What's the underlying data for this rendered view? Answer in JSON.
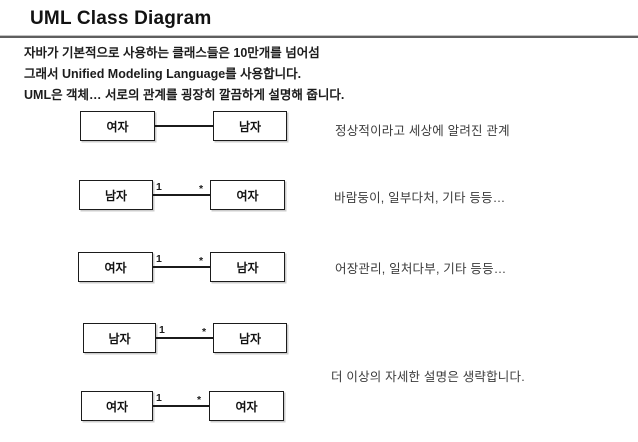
{
  "slide": {
    "title": "UML Class Diagram",
    "intro_lines": [
      "자바가 기본적으로 사용하는 클래스들은 10만개를 넘어섬",
      "그래서 Unified Modeling Language를 사용합니다.",
      "UML은 객체… 서로의 관계를 굉장히 깔끔하게 설명해 줍니다."
    ]
  },
  "diagram": {
    "rows": [
      {
        "left_class": "여자",
        "right_class": "남자",
        "left_multiplicity": "",
        "right_multiplicity": "",
        "description": "정상적이라고 세상에 알려진 관계"
      },
      {
        "left_class": "남자",
        "right_class": "여자",
        "left_multiplicity": "1",
        "right_multiplicity": "*",
        "description": "바람둥이, 일부다처, 기타 등등…"
      },
      {
        "left_class": "여자",
        "right_class": "남자",
        "left_multiplicity": "1",
        "right_multiplicity": "*",
        "description": "어장관리, 일처다부, 기타 등등…"
      },
      {
        "left_class": "남자",
        "right_class": "남자",
        "left_multiplicity": "1",
        "right_multiplicity": "*",
        "description": ""
      },
      {
        "left_class": "여자",
        "right_class": "여자",
        "left_multiplicity": "1",
        "right_multiplicity": "*",
        "description": ""
      }
    ],
    "note": "더 이상의 자세한 설명은 생략합니다."
  },
  "colors": {
    "background": "#ffffff",
    "title_text": "#121212",
    "body_text": "#1c1c1c",
    "description_text": "#3b3b3b",
    "box_border": "#1b1b1b",
    "divider": "#5f5f5f"
  }
}
